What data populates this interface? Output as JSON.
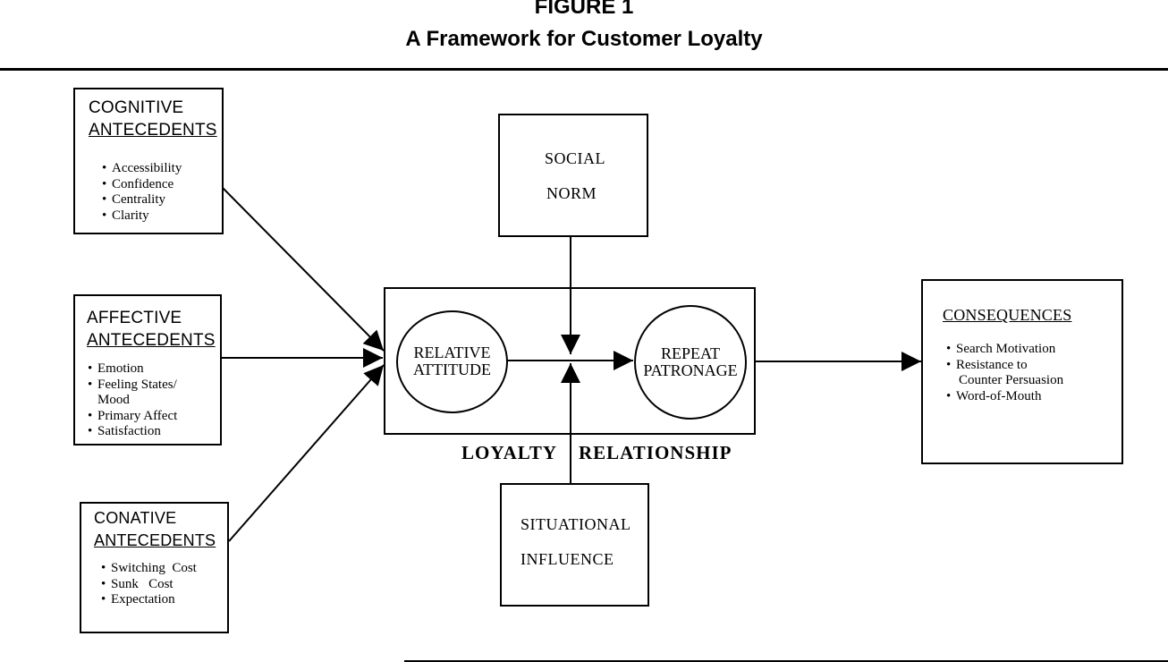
{
  "figure": {
    "number": "FIGURE 1",
    "title": "A Framework for Customer Loyalty"
  },
  "cognitive": {
    "line1": "COGNITIVE",
    "line2": "ANTECEDENTS",
    "items": [
      "Accessibility",
      "Confidence",
      "Centrality",
      "Clarity"
    ]
  },
  "affective": {
    "line1": "AFFECTIVE",
    "line2": "ANTECEDENTS",
    "items": [
      "Emotion",
      "Feeling States/",
      "Primary Affect",
      "Satisfaction"
    ],
    "continuation": "Mood"
  },
  "conative": {
    "line1": "CONATIVE",
    "line2": "ANTECEDENTS",
    "items": [
      "Switching  Cost",
      "Sunk   Cost",
      "Expectation"
    ]
  },
  "social_norm": {
    "line1": "SOCIAL",
    "line2": "NORM"
  },
  "situational": {
    "line1": "SITUATIONAL",
    "line2": "INFLUENCE"
  },
  "relative_attitude": {
    "line1": "RELATIVE",
    "line2": "ATTITUDE"
  },
  "repeat_patronage": {
    "line1": "REPEAT",
    "line2": "PATRONAGE"
  },
  "loyalty": {
    "left": "LOYALTY",
    "right": "RELATIONSHIP"
  },
  "consequences": {
    "title": "CONSEQUENCES",
    "items": [
      "Search Motivation",
      "Resistance to",
      "Word-of-Mouth"
    ],
    "continuation": "Counter Persuasion"
  }
}
